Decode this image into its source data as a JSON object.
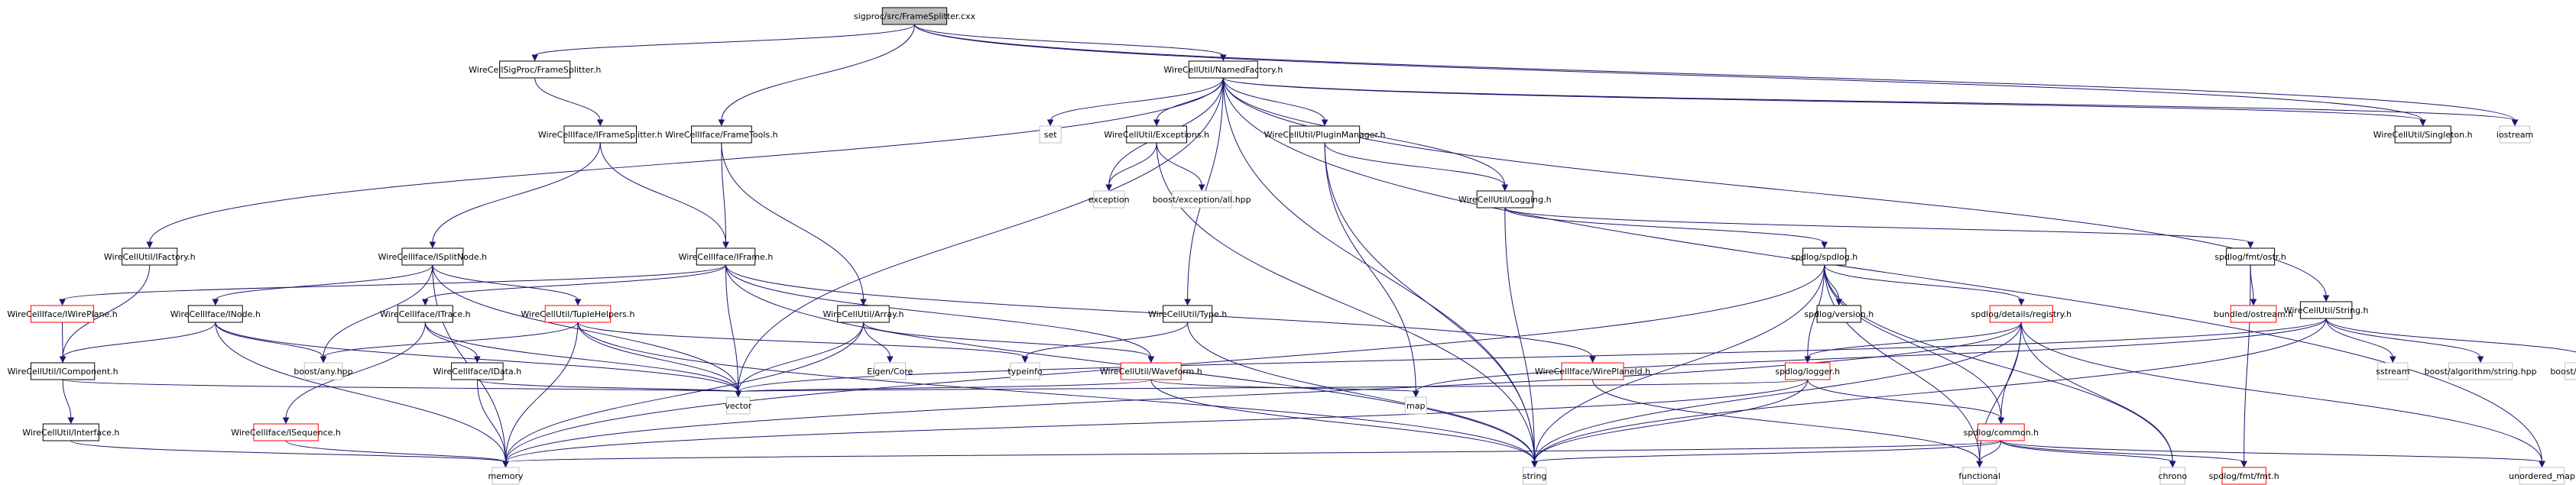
{
  "colors": {
    "edge": "#191970",
    "root_fill": "#bfbfbf",
    "normal_border": "#000000",
    "red_border": "#ff0000",
    "external_border": "#bfbfbf"
  },
  "nodes": {
    "root": {
      "label": "sigproc/src/FrameSplitter.cxx",
      "style": "root"
    },
    "sp_fs": {
      "label": "WireCellSigProc/FrameSplitter.h",
      "style": "normal"
    },
    "nf": {
      "label": "WireCellUtil/NamedFactory.h",
      "style": "normal"
    },
    "ifs": {
      "label": "WireCellIface/IFrameSplitter.h",
      "style": "normal"
    },
    "ft": {
      "label": "WireCellIface/FrameTools.h",
      "style": "normal"
    },
    "set": {
      "label": "set",
      "style": "external"
    },
    "exc": {
      "label": "WireCellUtil/Exceptions.h",
      "style": "normal"
    },
    "pm": {
      "label": "WireCellUtil/PluginManager.h",
      "style": "normal"
    },
    "singleton": {
      "label": "WireCellUtil/Singleton.h",
      "style": "normal"
    },
    "iostream": {
      "label": "iostream",
      "style": "external"
    },
    "exception": {
      "label": "exception",
      "style": "external"
    },
    "boostexc": {
      "label": "boost/exception/all.hpp",
      "style": "external"
    },
    "logging": {
      "label": "WireCellUtil/Logging.h",
      "style": "normal"
    },
    "ifactory": {
      "label": "WireCellUtil/IFactory.h",
      "style": "normal"
    },
    "isplit": {
      "label": "WireCellIface/ISplitNode.h",
      "style": "normal"
    },
    "iframe": {
      "label": "WireCellIface/IFrame.h",
      "style": "normal"
    },
    "spdlog": {
      "label": "spdlog/spdlog.h",
      "style": "normal"
    },
    "ostr": {
      "label": "spdlog/fmt/ostr.h",
      "style": "normal"
    },
    "iwireplane": {
      "label": "WireCellIface/IWirePlane.h",
      "style": "red"
    },
    "inode": {
      "label": "WireCellIface/INode.h",
      "style": "normal"
    },
    "itrace": {
      "label": "WireCellIface/ITrace.h",
      "style": "normal"
    },
    "tuple": {
      "label": "WireCellUtil/TupleHelpers.h",
      "style": "red"
    },
    "array": {
      "label": "WireCellUtil/Array.h",
      "style": "normal"
    },
    "type": {
      "label": "WireCellUtil/Type.h",
      "style": "normal"
    },
    "version": {
      "label": "spdlog/version.h",
      "style": "normal"
    },
    "registry": {
      "label": "spdlog/details/registry.h",
      "style": "red"
    },
    "bundled": {
      "label": "bundled/ostream.h",
      "style": "red"
    },
    "string_h": {
      "label": "WireCellUtil/String.h",
      "style": "normal"
    },
    "boostany": {
      "label": "boost/any.hpp",
      "style": "external"
    },
    "icomponent": {
      "label": "WireCellUtil/IComponent.h",
      "style": "normal"
    },
    "idata": {
      "label": "WireCellIface/IData.h",
      "style": "normal"
    },
    "eigen": {
      "label": "Eigen/Core",
      "style": "external"
    },
    "typeinfo": {
      "label": "typeinfo",
      "style": "external"
    },
    "waveform": {
      "label": "WireCellUtil/Waveform.h",
      "style": "red"
    },
    "wpid": {
      "label": "WireCellIface/WirePlaneId.h",
      "style": "red"
    },
    "logger": {
      "label": "spdlog/logger.h",
      "style": "red"
    },
    "map": {
      "label": "map",
      "style": "external"
    },
    "vector": {
      "label": "vector",
      "style": "external"
    },
    "interface": {
      "label": "WireCellUtil/Interface.h",
      "style": "normal"
    },
    "isequence": {
      "label": "WireCellIface/ISequence.h",
      "style": "red"
    },
    "common": {
      "label": "spdlog/common.h",
      "style": "red"
    },
    "sstream": {
      "label": "sstream",
      "style": "external"
    },
    "algostring": {
      "label": "boost/algorithm/string.hpp",
      "style": "external"
    },
    "bformat": {
      "label": "boost/format.hpp",
      "style": "external"
    },
    "memory": {
      "label": "memory",
      "style": "external"
    },
    "string": {
      "label": "string",
      "style": "external"
    },
    "functional": {
      "label": "functional",
      "style": "external"
    },
    "chrono": {
      "label": "chrono",
      "style": "external"
    },
    "fmt": {
      "label": "spdlog/fmt/fmt.h",
      "style": "red"
    },
    "umap": {
      "label": "unordered_map",
      "style": "external"
    }
  },
  "edges": [
    [
      "root",
      "sp_fs"
    ],
    [
      "root",
      "nf"
    ],
    [
      "root",
      "ft"
    ],
    [
      "root",
      "singleton"
    ],
    [
      "root",
      "iostream"
    ],
    [
      "sp_fs",
      "ifs"
    ],
    [
      "nf",
      "set"
    ],
    [
      "nf",
      "exc"
    ],
    [
      "nf",
      "pm"
    ],
    [
      "nf",
      "singleton"
    ],
    [
      "nf",
      "iostream"
    ],
    [
      "nf",
      "exception"
    ],
    [
      "nf",
      "logging"
    ],
    [
      "nf",
      "ifactory"
    ],
    [
      "nf",
      "type"
    ],
    [
      "nf",
      "string_h"
    ],
    [
      "nf",
      "vector"
    ],
    [
      "nf",
      "string"
    ],
    [
      "nf",
      "umap"
    ],
    [
      "ifs",
      "isplit"
    ],
    [
      "ifs",
      "iframe"
    ],
    [
      "ft",
      "iframe"
    ],
    [
      "ft",
      "array"
    ],
    [
      "exc",
      "exception"
    ],
    [
      "exc",
      "boostexc"
    ],
    [
      "exc",
      "string"
    ],
    [
      "pm",
      "logging"
    ],
    [
      "pm",
      "map"
    ],
    [
      "pm",
      "string"
    ],
    [
      "logging",
      "spdlog"
    ],
    [
      "logging",
      "ostr"
    ],
    [
      "logging",
      "string"
    ],
    [
      "ifactory",
      "icomponent"
    ],
    [
      "isplit",
      "inode"
    ],
    [
      "isplit",
      "tuple"
    ],
    [
      "isplit",
      "boostany"
    ],
    [
      "isplit",
      "vector"
    ],
    [
      "isplit",
      "memory"
    ],
    [
      "iframe",
      "iwireplane"
    ],
    [
      "iframe",
      "itrace"
    ],
    [
      "iframe",
      "waveform"
    ],
    [
      "iframe",
      "wpid"
    ],
    [
      "iframe",
      "vector"
    ],
    [
      "iframe",
      "string"
    ],
    [
      "spdlog",
      "version"
    ],
    [
      "spdlog",
      "registry"
    ],
    [
      "spdlog",
      "logger"
    ],
    [
      "spdlog",
      "common"
    ],
    [
      "spdlog",
      "chrono"
    ],
    [
      "spdlog",
      "functional"
    ],
    [
      "spdlog",
      "memory"
    ],
    [
      "spdlog",
      "string"
    ],
    [
      "ostr",
      "bundled"
    ],
    [
      "ostr",
      "fmt"
    ],
    [
      "iwireplane",
      "icomponent"
    ],
    [
      "inode",
      "icomponent"
    ],
    [
      "inode",
      "boostany"
    ],
    [
      "inode",
      "vector"
    ],
    [
      "inode",
      "memory"
    ],
    [
      "itrace",
      "idata"
    ],
    [
      "itrace",
      "isequence"
    ],
    [
      "itrace",
      "vector"
    ],
    [
      "tuple",
      "boostany"
    ],
    [
      "tuple",
      "vector"
    ],
    [
      "tuple",
      "typeinfo"
    ],
    [
      "tuple",
      "memory"
    ],
    [
      "tuple",
      "string"
    ],
    [
      "array",
      "eigen"
    ],
    [
      "array",
      "waveform"
    ],
    [
      "array",
      "vector"
    ],
    [
      "array",
      "memory"
    ],
    [
      "type",
      "typeinfo"
    ],
    [
      "type",
      "string"
    ],
    [
      "registry",
      "logger"
    ],
    [
      "registry",
      "common"
    ],
    [
      "registry",
      "chrono"
    ],
    [
      "registry",
      "functional"
    ],
    [
      "registry",
      "memory"
    ],
    [
      "registry",
      "string"
    ],
    [
      "registry",
      "umap"
    ],
    [
      "string_h",
      "sstream"
    ],
    [
      "string_h",
      "algostring"
    ],
    [
      "string_h",
      "bformat"
    ],
    [
      "string_h",
      "map"
    ],
    [
      "string_h",
      "vector"
    ],
    [
      "string_h",
      "string"
    ],
    [
      "icomponent",
      "interface"
    ],
    [
      "icomponent",
      "vector"
    ],
    [
      "idata",
      "vector"
    ],
    [
      "idata",
      "memory"
    ],
    [
      "waveform",
      "map"
    ],
    [
      "waveform",
      "vector"
    ],
    [
      "waveform",
      "string"
    ],
    [
      "wpid",
      "functional"
    ],
    [
      "logger",
      "common"
    ],
    [
      "logger",
      "vector"
    ],
    [
      "logger",
      "memory"
    ],
    [
      "logger",
      "string"
    ],
    [
      "interface",
      "memory"
    ],
    [
      "isequence",
      "memory"
    ],
    [
      "common",
      "fmt"
    ],
    [
      "common",
      "chrono"
    ],
    [
      "common",
      "functional"
    ],
    [
      "common",
      "umap"
    ],
    [
      "common",
      "memory"
    ],
    [
      "common",
      "string"
    ]
  ]
}
